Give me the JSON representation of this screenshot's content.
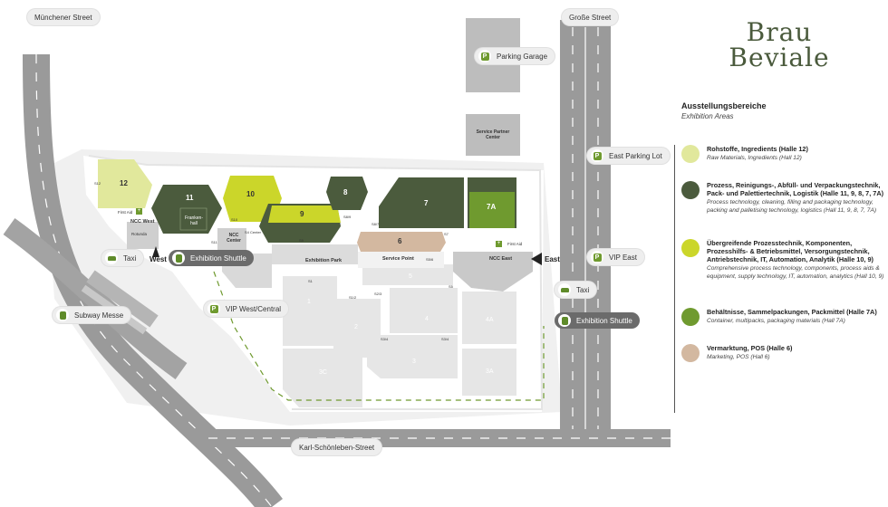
{
  "streets": {
    "muenchener": "Münchener Street",
    "grosse": "Große Street",
    "karl": "Karl-Schönleben-Street"
  },
  "brand": {
    "line1": "Brau",
    "line2": "Beviale"
  },
  "pills": {
    "parking_garage": "Parking Garage",
    "east_parking_lot": "East Parking Lot",
    "vip_east": "VIP East",
    "taxi_east": "Taxi",
    "shuttle_east": "Exhibition Shuttle",
    "taxi_west": "Taxi",
    "shuttle_west": "Exhibition Shuttle",
    "vip_west": "VIP West/Central",
    "subway": "Subway Messe"
  },
  "entrances": {
    "west": "West",
    "east": "East"
  },
  "buildings": {
    "service_partner_l1": "Service Partner",
    "service_partner_l2": "Center"
  },
  "halls": {
    "h12": "12",
    "h11": "11",
    "h10": "10",
    "h9": "9",
    "h8": "8",
    "h7": "7",
    "h7a": "7A",
    "h6": "6",
    "h1": "1",
    "h2": "2",
    "h3": "3",
    "h3a": "3A",
    "h3c": "3C",
    "h4": "4",
    "h4a": "4A",
    "h5": "5"
  },
  "labels": {
    "frankenhall_l1": "Franken-",
    "frankenhall_l2": "hall",
    "ncc_west": "NCC West",
    "ncc_center_l1": "NCC",
    "ncc_center_l2": "Center",
    "ncc_east": "NCC East",
    "rotunda": "Rotunda",
    "first_aid_west": "First Aid",
    "first_aid_east": "First Aid",
    "exhibition_park": "Exhibition Park",
    "service_point": "Service Point",
    "x_1112": "S12",
    "x_1011": "S10",
    "x_1110": "S11",
    "x_910": "S9",
    "x_89": "S8/9",
    "x_78": "S8/7",
    "x_67": "S7",
    "x_56": "S5/6",
    "x_45": "S4/5",
    "x_5": "S5",
    "x_1": "S1",
    "x_12": "S1/2",
    "x_23": "S2/3",
    "x_34": "S3/4",
    "x_34b": "S3/4",
    "x_ctr": "S4/5",
    "x_ncc": "S4 Center"
  },
  "legend": {
    "title": "Ausstellungsbereiche",
    "subtitle": "Exhibition Areas",
    "items": [
      {
        "color": "#e1e89c",
        "title": "Rohstoffe, Ingredients (Halle 12)",
        "sub": "Raw Materials, Ingredients (Hall 12)"
      },
      {
        "color": "#4b5b3d",
        "title": "Prozess, Reinigungs-, Abfüll- und Verpackungstechnik, Pack- und Palettiertechnik, Logistik (Halle 11, 9, 8, 7, 7A)",
        "sub": "Process technology, cleaning, filling and packaging technology, packing and palletising technology, logistics (Hall 11, 9, 8, 7, 7A)"
      },
      {
        "color": "#cbd62a",
        "title": "Übergreifende Prozesstechnik, Komponenten, Prozesshilfs- & Betriebsmittel, Versorgungstechnik, Antriebstechnik, IT, Automation, Analytik (Halle 10, 9)",
        "sub": "Comprehensive process technology, components, process aids & equipment, supply technology, IT, automation, analytics (Hall 10, 9)"
      },
      {
        "color": "#6f9a2f",
        "title": "Behältnisse, Sammelpackungen, Packmittel (Halle 7A)",
        "sub": "Container, multipacks, packaging materials (Hall 7A)"
      },
      {
        "color": "#d3b8a0",
        "title": "Vermarktung, POS (Halle 6)",
        "sub": "Marketing, POS (Hall 6)"
      }
    ]
  },
  "colors": {
    "raw": "#e1e89c",
    "process": "#4b5b3d",
    "components": "#cbd62a",
    "container": "#6f9a2f",
    "marketing": "#d3b8a0",
    "road": "#9a9a9a",
    "building": "#dcdcdc"
  }
}
